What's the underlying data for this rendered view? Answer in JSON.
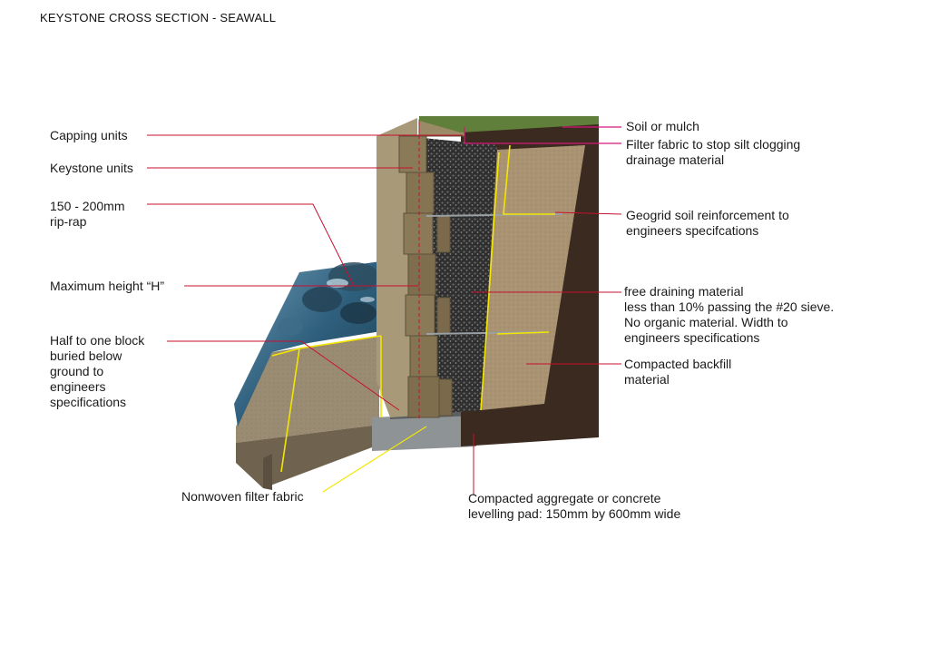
{
  "title": "KEYSTONE CROSS SECTION - SEAWALL",
  "labels": {
    "capping_units": "Capping units",
    "keystone_units": "Keystone units",
    "riprap": [
      "150 - 200mm",
      "rip-rap"
    ],
    "max_height": "Maximum height “H”",
    "half_block": [
      "Half to one block",
      "buried below",
      "ground to",
      "engineers",
      "specifications"
    ],
    "nonwoven": "Nonwoven filter fabric",
    "soil": "Soil or mulch",
    "filter_fabric": [
      "Filter fabric to stop silt clogging",
      "drainage material"
    ],
    "geogrid": [
      "Geogrid soil reinforcement to",
      "engineers specifcations"
    ],
    "free_draining": [
      "free draining material",
      "less than 10% passing the #20 sieve.",
      "No organic material.  Width to",
      "engineers specifications"
    ],
    "backfill": [
      "Compacted backfill",
      "material"
    ],
    "levelling": [
      "Compacted aggregate or concrete",
      "levelling pad: 150mm by 600mm wide"
    ]
  },
  "colors": {
    "leader_red": "#c8102e",
    "leader_magenta": "#d6187a",
    "fabric_yellow": "#f2e600",
    "block": "#8b7a58",
    "gravel": "#3a3a3a",
    "backfill": "#a89574",
    "soil": "#3b2a1f",
    "water": "#3b6e8c",
    "grass": "#5f7f3a",
    "pad": "#8e9396"
  }
}
